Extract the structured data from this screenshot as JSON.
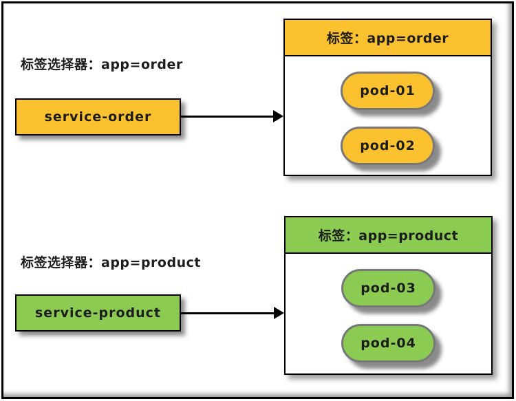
{
  "colors": {
    "order_accent": "#FBC12E",
    "product_accent": "#8CCB52",
    "pod_border": "#787878",
    "border": "#000000",
    "line": "#000000",
    "text": "#1C1C1C",
    "background": "#FFFFFF"
  },
  "groups": [
    {
      "name": "order",
      "selector_label": "标签选择器：app=order",
      "service_label": "service-order",
      "box_label": "标签：app=order",
      "pods": [
        "pod-01",
        "pod-02"
      ]
    },
    {
      "name": "product",
      "selector_label": "标签选择器：app=product",
      "service_label": "service-product",
      "box_label": "标签：app=product",
      "pods": [
        "pod-03",
        "pod-04"
      ]
    }
  ]
}
